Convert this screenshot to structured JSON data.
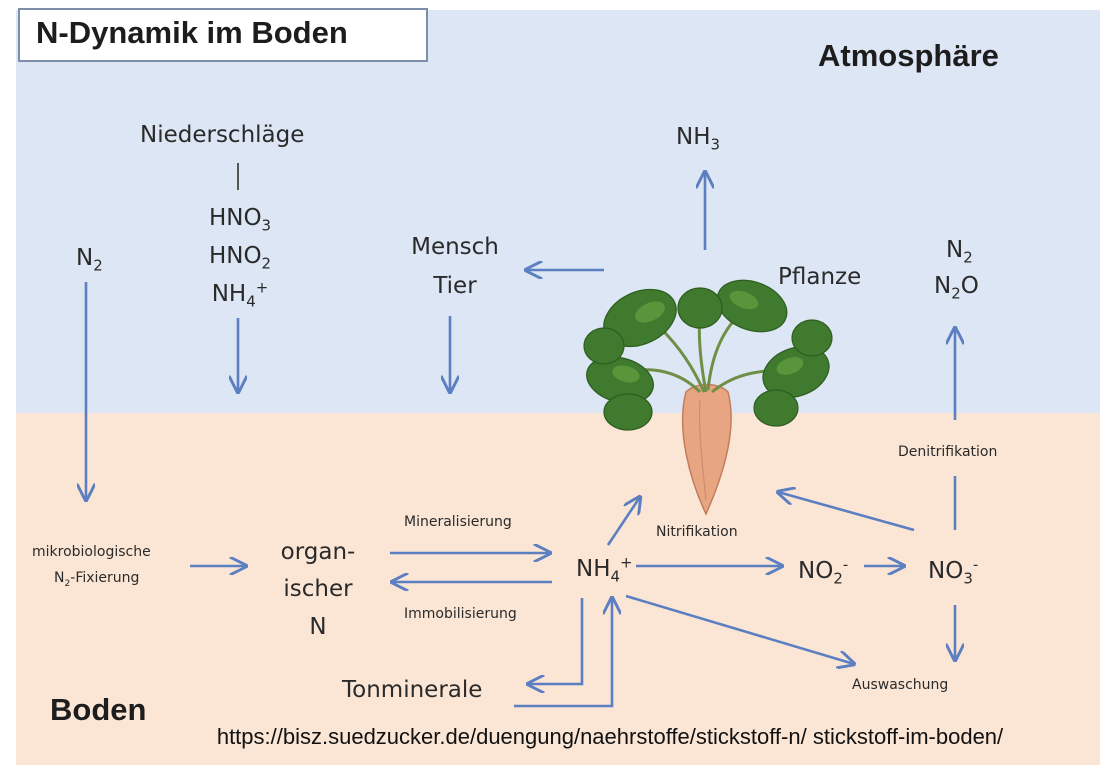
{
  "title": "N-Dynamik im Boden",
  "regions": {
    "atmosphere": "Atmosphäre",
    "soil": "Boden"
  },
  "nodes": {
    "niederschlaege": "Niederschläge",
    "hno3": {
      "base": "HNO",
      "sub": "3"
    },
    "hno2": {
      "base": "HNO",
      "sub": "2"
    },
    "nh4_precip": {
      "base": "NH",
      "sub": "4",
      "sup": "+"
    },
    "n2_left": {
      "base": "N",
      "sub": "2"
    },
    "mensch": "Mensch",
    "tier": "Tier",
    "nh3": {
      "base": "NH",
      "sub": "3"
    },
    "pflanze": "Pflanze",
    "n2_right": {
      "base": "N",
      "sub": "2"
    },
    "n2o": {
      "base": "N",
      "sub": "2",
      "tail": "O"
    },
    "mikro_line1": "mikrobiologische",
    "mikro_line2": {
      "base": "N",
      "sub": "2",
      "tail": "-Fixierung"
    },
    "organischer_1": "organ-",
    "organischer_2": "ischer",
    "organischer_3": "N",
    "nh4_soil": {
      "base": "NH",
      "sub": "4",
      "sup": "+"
    },
    "no2": {
      "base": "NO",
      "sub": "2",
      "sup": "-"
    },
    "no3": {
      "base": "NO",
      "sub": "3",
      "sup": "-"
    },
    "tonminerale": "Tonminerale"
  },
  "process_labels": {
    "mineralisierung": "Mineralisierung",
    "immobilisierung": "Immobilisierung",
    "nitrifikation": "Nitrifikation",
    "denitrifikation": "Denitrifikation",
    "auswaschung": "Auswaschung"
  },
  "source_url": "https://bisz.suedzucker.de/duengung/naehrstoffe/stickstoff-n/ stickstoff-im-boden/",
  "colors": {
    "atmosphere_bg": "#dde6f4",
    "soil_bg": "#fbe6d6",
    "arrow": "#5b7fc0",
    "title_border": "#7c8ea8"
  },
  "icons": {
    "plant": "sugar-beet-plant"
  }
}
